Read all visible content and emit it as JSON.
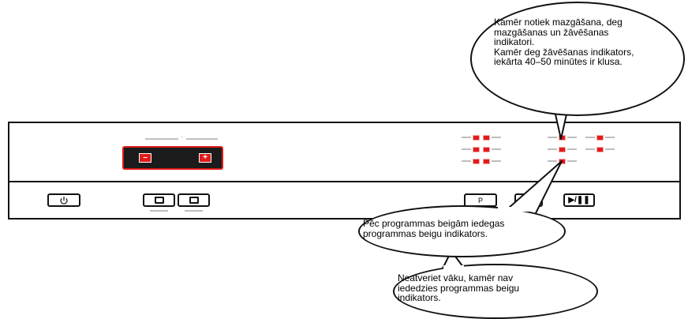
{
  "panel": {
    "slider_mark": "○",
    "minus_label": "–",
    "plus_label": "+",
    "program_button_label": "P",
    "start_pause_label": "▶/❚❚"
  },
  "icons": {
    "power": "power-icon",
    "start_pause": "play-pause-icon"
  },
  "callouts": {
    "top": [
      "Kamēr notiek mazgāšana, deg",
      "mazgāšanas un žāvēšanas",
      "indikatori.",
      "Kamēr deg žāvēšanas indikators,",
      "iekārta 40–50 minūtes ir klusa."
    ],
    "middle": [
      "Pēc programmas beigām iedegas",
      "programmas beigu indikators."
    ],
    "bottom": [
      "Neatveriet vāku, kamēr nav",
      "iededzies programmas beigu",
      "indikators."
    ]
  },
  "colors": {
    "indicator_red": "#e21b1b",
    "panel_border": "#111111",
    "display_bg": "#1c1c1c"
  }
}
